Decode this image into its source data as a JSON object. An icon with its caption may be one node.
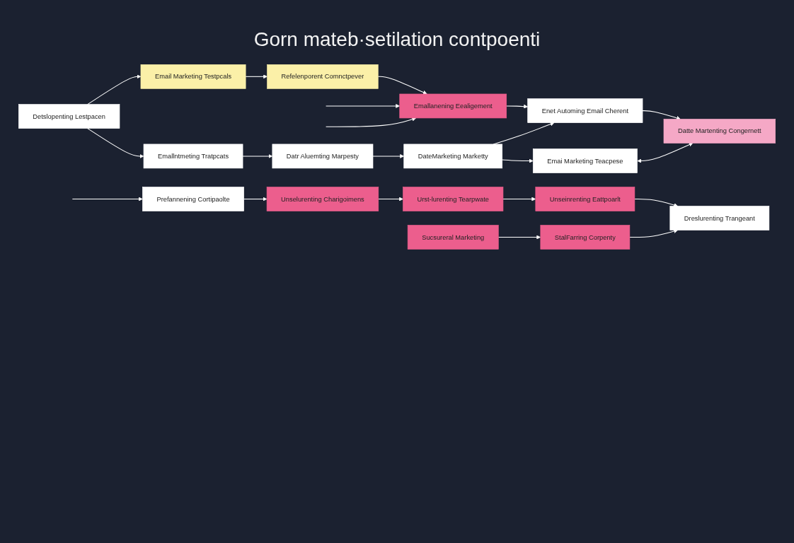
{
  "diagram": {
    "title": "Gorn mateb·setilation contpoenti",
    "nodes": [
      {
        "text": [
          "Detslopenting Lestpacen"
        ]
      },
      {
        "text": [
          "Email Marketing Testpcals"
        ]
      },
      {
        "text": [
          "Emallntmeting Tratpcats"
        ]
      },
      {
        "text": [
          "Refelenporent Comnctpever"
        ]
      },
      {
        "text": [
          "Prefannening Cortipaolte"
        ]
      },
      {
        "text": [
          "Unselurenting Charigoimens"
        ]
      },
      {
        "text": [
          "Datr Aluemting Marpesty"
        ]
      },
      {
        "text": [
          "Emallanening Eealigement"
        ]
      },
      {
        "text": [
          "Urst-lurenting Tearpwate"
        ]
      },
      {
        "text": [
          "DateMarketing Marketty"
        ]
      },
      {
        "text": [
          "Enet Automing Email Cherent"
        ]
      },
      {
        "text": [
          "Unseinrenting Eattpoarlt"
        ]
      },
      {
        "text": [
          "Emai Marketing Teacpese"
        ]
      },
      {
        "text": [
          "Datte Martenting Congernett"
        ]
      },
      {
        "text": [
          "Sucsureral Marketing"
        ]
      },
      {
        "text": [
          "StalFarring Corpenty"
        ]
      },
      {
        "text": [
          "Dreslurenting Trangeant"
        ]
      }
    ],
    "edges": [
      {
        "from": 0,
        "to": 1,
        "arrow": "to"
      },
      {
        "from": 0,
        "to": 2,
        "arrow": "to"
      },
      {
        "from": 1,
        "to": 3,
        "arrow": "to"
      },
      {
        "from": 3,
        "to": 7,
        "arrow": "to"
      },
      {
        "from": null,
        "to": 4,
        "arrow": "to"
      },
      {
        "from": 4,
        "to": 5,
        "arrow": "to"
      },
      {
        "from": 2,
        "to": 6,
        "arrow": "to"
      },
      {
        "from": null,
        "to": 7,
        "arrow": "to"
      },
      {
        "from": null,
        "to": 7,
        "arrow": "to"
      },
      {
        "from": 5,
        "to": 8,
        "arrow": "to"
      },
      {
        "from": 6,
        "to": 9,
        "arrow": "to"
      },
      {
        "from": 7,
        "to": 10,
        "arrow": "to"
      },
      {
        "from": 9,
        "to": 10,
        "arrow": "to"
      },
      {
        "from": 8,
        "to": 11,
        "arrow": "to"
      },
      {
        "from": 9,
        "to": 12,
        "arrow": "to"
      },
      {
        "from": 10,
        "to": 13,
        "arrow": "to"
      },
      {
        "from": 12,
        "to": 13,
        "arrow": "both"
      },
      {
        "from": 11,
        "to": 16,
        "arrow": "to"
      },
      {
        "from": 14,
        "to": 15,
        "arrow": "to"
      },
      {
        "from": 15,
        "to": 16,
        "arrow": "to"
      }
    ]
  }
}
